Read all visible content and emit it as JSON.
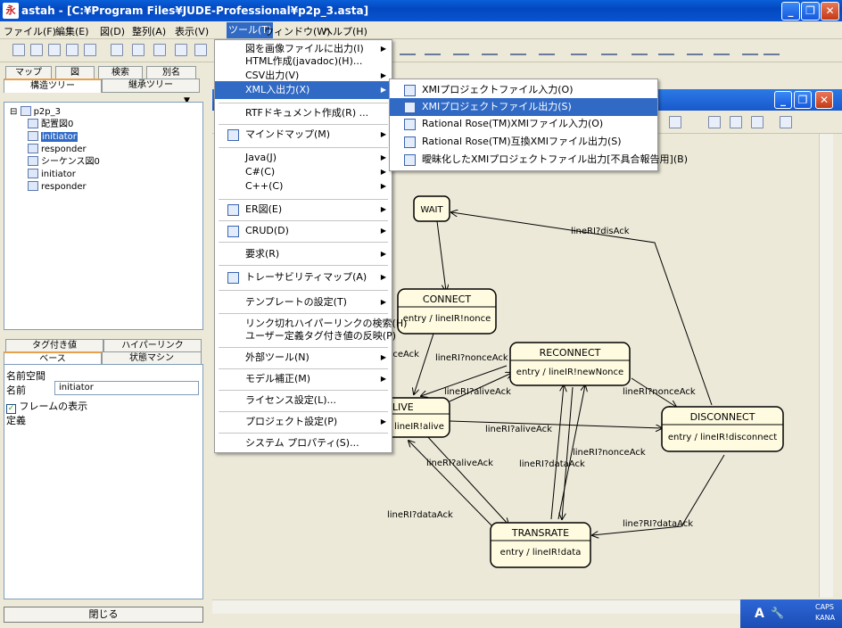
{
  "window": {
    "title": "astah - [C:¥Program Files¥JUDE-Professional¥p2p_3.asta]",
    "app_icon_glyph": "永"
  },
  "menubar": [
    "ファイル(F)",
    "編集(E)",
    "図(D)",
    "整列(A)",
    "表示(V)",
    "ツール(T)",
    "ウィンドウ(W)",
    "ヘルプ(H)"
  ],
  "left_tabs_top": [
    "マップ",
    "図",
    "検索",
    "別名"
  ],
  "left_tabs_bottom": [
    "構造ツリー",
    "継承ツリー"
  ],
  "tree": {
    "root": "p2p_3",
    "items": [
      "配置図0",
      "initiator",
      "responder",
      "シーケンス図0",
      "initiator",
      "responder"
    ]
  },
  "prop_tabs_top": [
    "タグ付き値",
    "ハイパーリンク"
  ],
  "prop_tabs_bottom": [
    "ベース",
    "状態マシン"
  ],
  "props": {
    "namespace_label": "名前空間",
    "name_label": "名前",
    "name_value": "initiator",
    "frame_label": "フレームの表示",
    "def_label": "定義"
  },
  "close_button": "閉じる",
  "tools_menu": {
    "items": [
      "図を画像ファイルに出力(I)",
      "HTML作成(javadoc)(H)...",
      "CSV出力(V)",
      "XML入出力(X)",
      "RTFドキュメント作成(R) ...",
      "マインドマップ(M)",
      "Java(J)",
      "C#(C)",
      "C++(C)",
      "ER図(E)",
      "CRUD(D)",
      "要求(R)",
      "トレーサビリティマップ(A)",
      "テンプレートの設定(T)",
      "リンク切れハイパーリンクの検索(H)",
      "ユーザー定義タグ付き値の反映(P)",
      "外部ツール(N)",
      "モデル補正(M)",
      "ライセンス設定(L)...",
      "プロジェクト設定(P)",
      "システム プロパティ(S)..."
    ]
  },
  "xml_submenu": {
    "items": [
      "XMIプロジェクトファイル入力(O)",
      "XMIプロジェクトファイル出力(S)",
      "Rational Rose(TM)XMIファイル入力(O)",
      "Rational Rose(TM)互換XMIファイル出力(S)",
      "曖昧化したXMIプロジェクトファイル出力[不具合報告用](B)"
    ]
  },
  "diagram": {
    "states": [
      {
        "name": "WAIT",
        "activity": ""
      },
      {
        "name": "CONNECT",
        "activity": "entry / lineIR!nonce"
      },
      {
        "name": "RECONNECT",
        "activity": "entry / lineIR!newNonce"
      },
      {
        "name": "ALIVE",
        "activity": "lineIR!alive"
      },
      {
        "name": "DISCONNECT",
        "activity": "entry / lineIR!disconnect"
      },
      {
        "name": "TRANSRATE",
        "activity": "entry / lineIR!data"
      }
    ],
    "transitions": [
      "lineRI?disAck",
      "nceAck",
      "lineRI?nonceAck",
      "lineRI?aliveAck",
      "lineRI?nonceAck",
      "lineRI?aliveAck",
      "lineRI?nonceAck",
      "lineRI?aliveAck",
      "lineRI?dataAck",
      "lineRI?dataAck",
      "line?RI?dataAck"
    ]
  },
  "taskbar": {
    "caps": "CAPS",
    "kana": "KANA",
    "ime": "A"
  }
}
